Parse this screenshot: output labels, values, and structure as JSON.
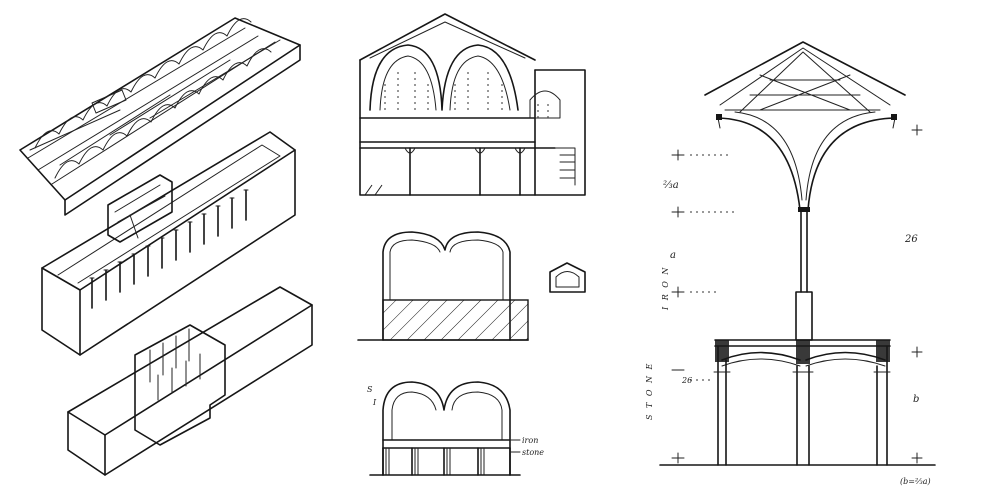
{
  "annotations": {
    "fraction_label": "⅔a",
    "a_label": "a",
    "height_label": "26",
    "dim_label": "26",
    "b_label": "b",
    "scale_label": "(b=⅔a)",
    "stone_vertical": "S T O N E",
    "iron_vertical": "I R O N",
    "section_iron": "iron",
    "section_stone": "stone",
    "s_mark": "S",
    "i_mark": "I"
  }
}
